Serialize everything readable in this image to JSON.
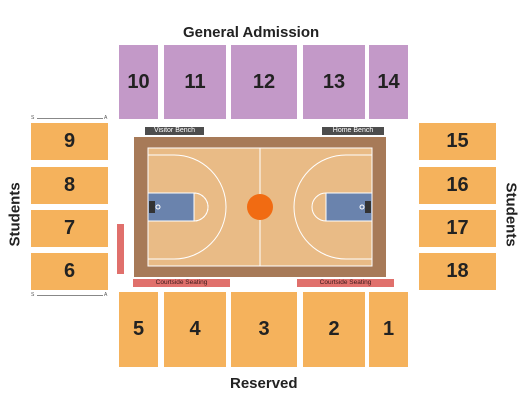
{
  "labels": {
    "top": "General Admission",
    "bottom": "Reserved",
    "left": "Students",
    "right": "Students"
  },
  "benches": {
    "visitor": "Visitor Bench",
    "home": "Home Bench"
  },
  "courtside": {
    "left": "Courtside Seating",
    "right": "Courtside Seating"
  },
  "row_markers": {
    "start": "S",
    "end": "A"
  },
  "sections": {
    "s10": "10",
    "s11": "11",
    "s12": "12",
    "s13": "13",
    "s14": "14",
    "s9": "9",
    "s8": "8",
    "s7": "7",
    "s6": "6",
    "s15": "15",
    "s16": "16",
    "s17": "17",
    "s18": "18",
    "s5": "5",
    "s4": "4",
    "s3": "3",
    "s2": "2",
    "s1": "1"
  },
  "colors": {
    "general_admission": "#c399c8",
    "students": "#f5b25c",
    "reserved": "#f5b25c",
    "court_floor": "#e9bb86",
    "court_border": "#a77a58",
    "paint": "#6a83ad",
    "ball": "#f16b12",
    "courtside": "#e0706c",
    "bench": "#4d4d4d"
  }
}
